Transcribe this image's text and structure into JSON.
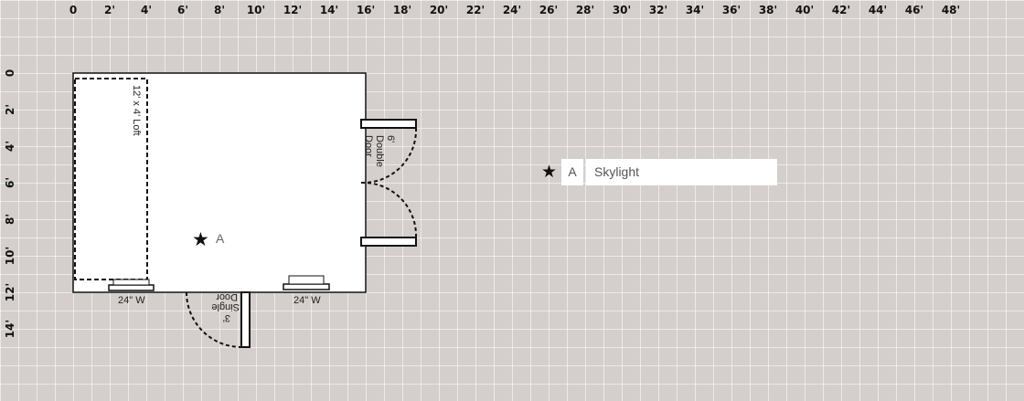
{
  "ruler": {
    "x_labels": [
      "0",
      "2'",
      "4'",
      "6'",
      "8'",
      "10'",
      "12'",
      "14'",
      "16'",
      "18'",
      "20'",
      "22'",
      "24'",
      "26'",
      "28'",
      "30'",
      "32'",
      "34'",
      "36'",
      "38'",
      "40'",
      "42'",
      "44'",
      "46'",
      "48'"
    ],
    "y_labels": [
      "0",
      "2'",
      "4'",
      "6'",
      "8'",
      "10'",
      "12'",
      "14'"
    ]
  },
  "plan": {
    "loft_label": "12' x 4' Loft",
    "double_door": [
      "6'",
      "Double",
      "Door"
    ],
    "single_door": [
      "3'",
      "Single",
      "Door"
    ],
    "window_left_label": "24\" W",
    "window_right_label": "24\" W",
    "marker_label": "A"
  },
  "legend": {
    "icon": "star-icon",
    "key": "A",
    "name": "Skylight"
  }
}
